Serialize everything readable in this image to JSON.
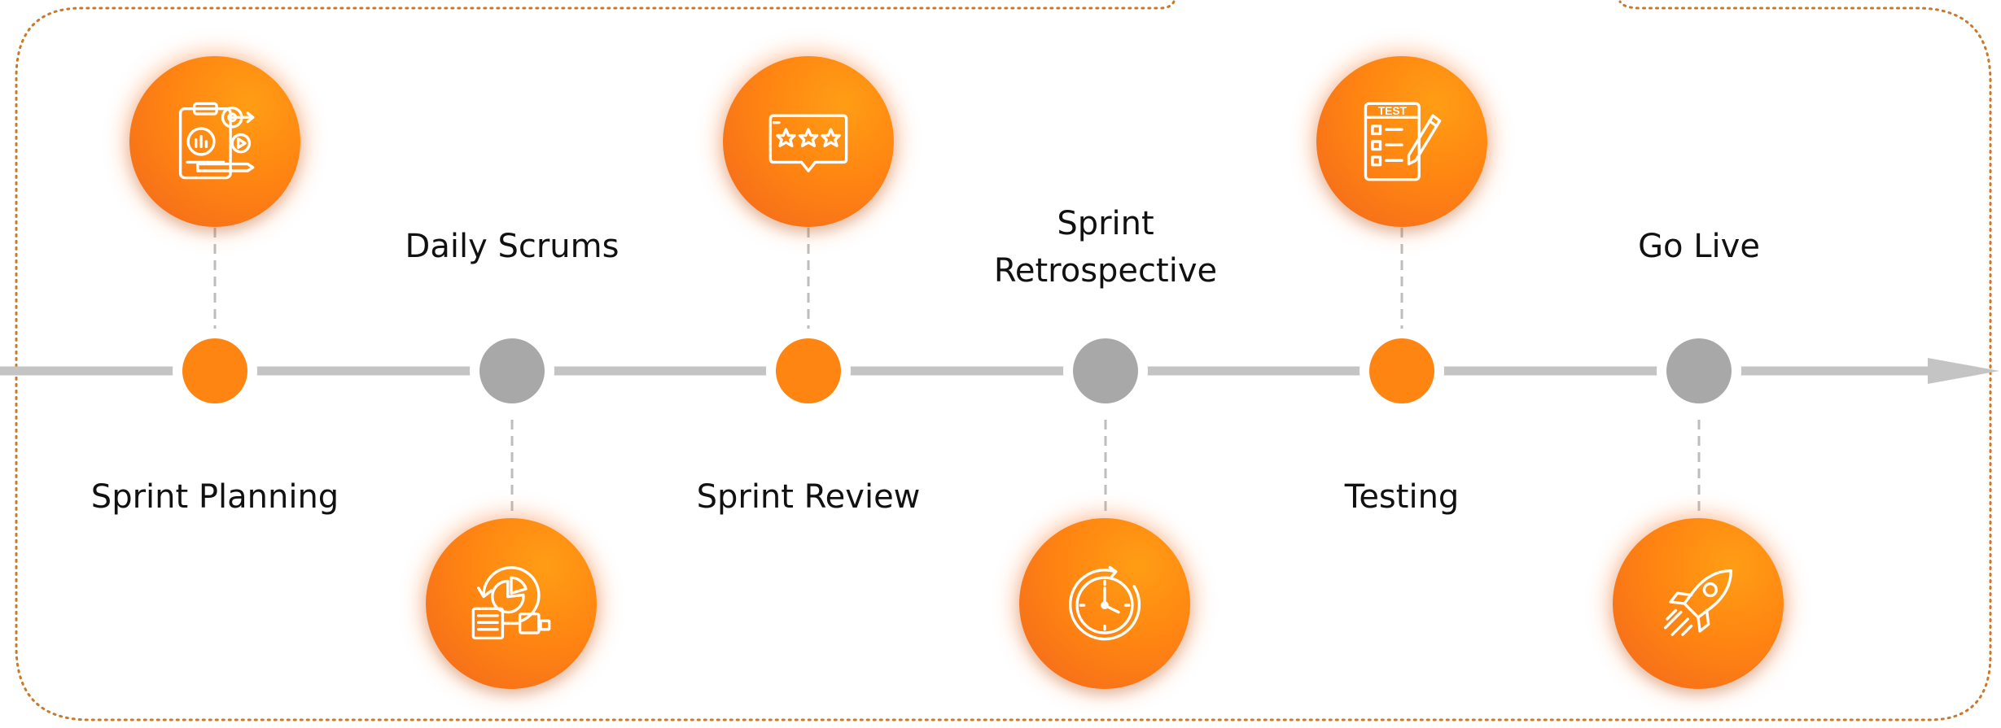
{
  "colors": {
    "accent": "#ff8512",
    "accent_dark": "#f2661d",
    "neutral_dot": "#a8a8a8",
    "timeline": "#c4c4c4",
    "frame": "#c87a2a"
  },
  "stages": [
    {
      "label": "Sprint Planning",
      "icon": "planning-clipboard-icon",
      "icon_side": "top",
      "dot": "orange"
    },
    {
      "label": "Daily Scrums",
      "icon": "scrum-cycle-icon",
      "icon_side": "bottom",
      "dot": "gray"
    },
    {
      "label": "Sprint Review",
      "icon": "review-stars-icon",
      "icon_side": "top",
      "dot": "orange"
    },
    {
      "label": "Sprint\nRetrospective",
      "icon": "stopwatch-icon",
      "icon_side": "bottom",
      "dot": "gray"
    },
    {
      "label": "Testing",
      "icon": "test-checklist-icon",
      "icon_side": "top",
      "dot": "orange"
    },
    {
      "label": "Go Live",
      "icon": "rocket-icon",
      "icon_side": "bottom",
      "dot": "gray"
    }
  ],
  "icon_text": {
    "test": "TEST"
  }
}
